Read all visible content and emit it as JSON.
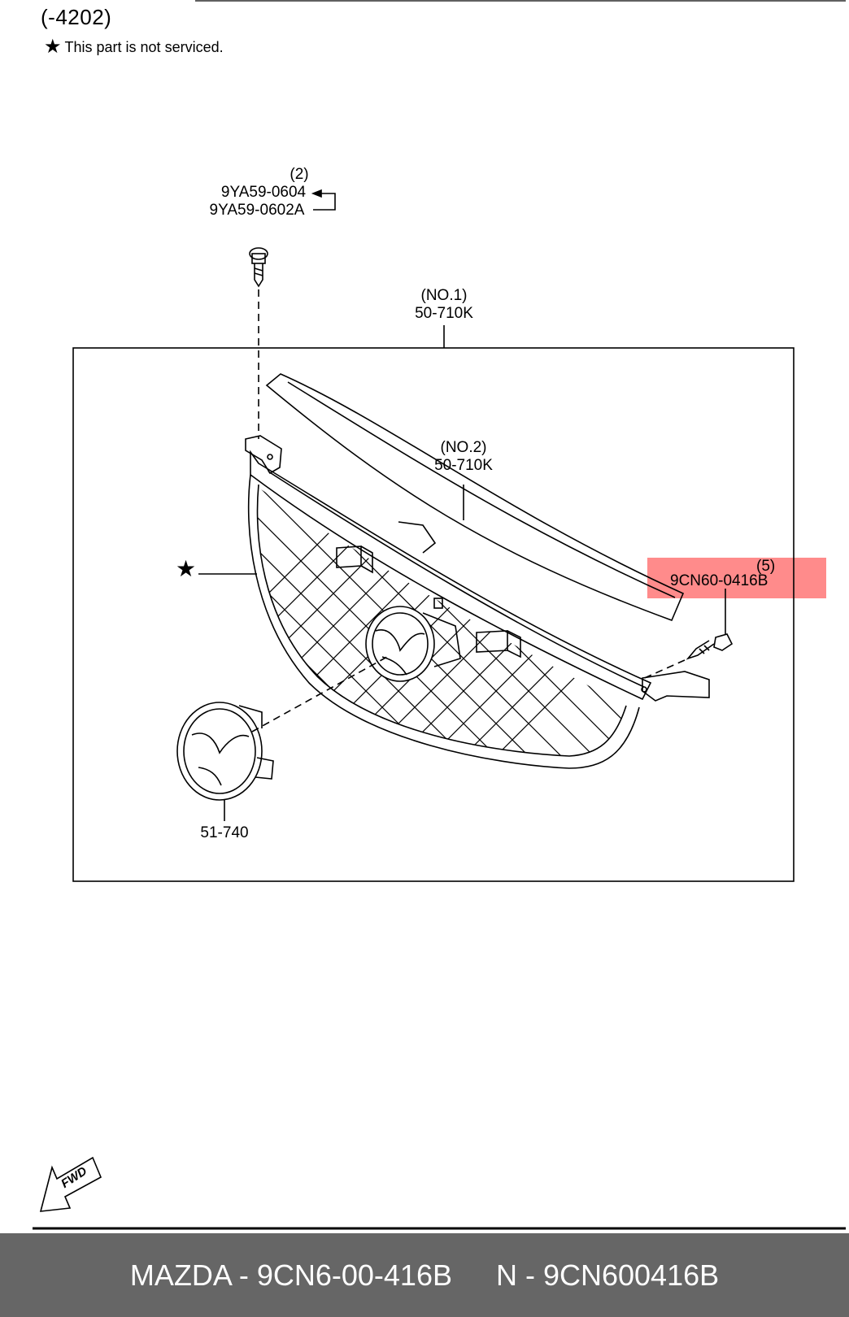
{
  "header": {
    "code": "(-4202)",
    "note_icon": "star-icon",
    "note_text": "This part is not serviced."
  },
  "labels": {
    "bolt_qty": "(2)",
    "bolt_part_1": "9YA59-0604",
    "bolt_part_2": "9YA59-0602A",
    "grille_no1_tag": "(NO.1)",
    "grille_no1_part": "50-710K",
    "grille_no2_tag": "(NO.2)",
    "grille_no2_part": "50-710K",
    "screw_qty": "(5)",
    "screw_part": "9CN60-0416B",
    "emblem_part": "51-740",
    "unserviced_mark": "★"
  },
  "fwd_text": "FWD",
  "highlight_color": "#ff6464",
  "footer": {
    "brand_part": "MAZDA - 9CN6-00-416B",
    "normalized_part": "N - 9CN600416B"
  }
}
